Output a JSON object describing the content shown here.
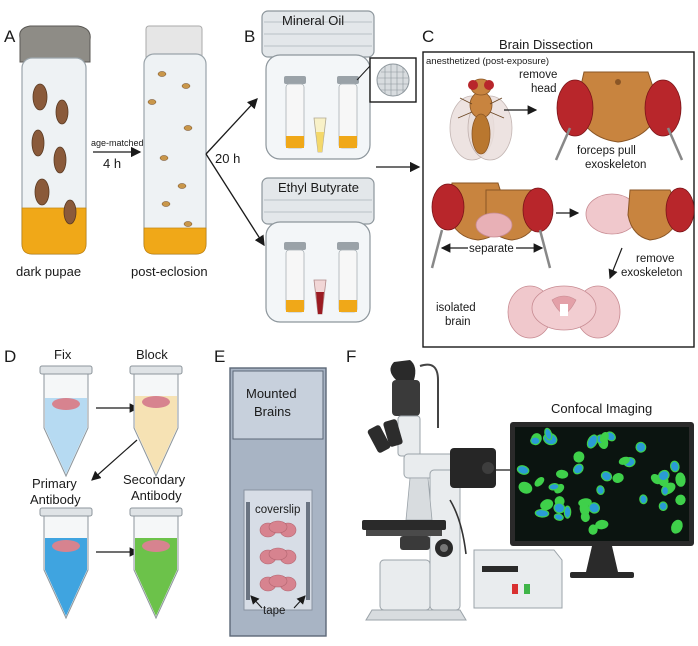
{
  "panels": {
    "a": "A",
    "b": "B",
    "c": "C",
    "d": "D",
    "e": "E",
    "f": "F"
  },
  "panel_a": {
    "tube1_label": "dark pupae",
    "tube2_label": "post-eclosion",
    "arrow_top": "age-matched",
    "arrow_bottom": "4 h"
  },
  "panel_b": {
    "arrow_label": "20 h",
    "jar1_label": "Mineral Oil",
    "jar2_label": "Ethyl Butyrate"
  },
  "panel_c": {
    "title": "Brain Dissection",
    "fly_label": "anesthetized (post-exposure)",
    "step_remove_head": "remove\nhead",
    "step_forceps": "forceps pull\nexoskeleton",
    "step_separate": "separate",
    "step_remove_exo": "remove\nexoskeleton",
    "step_isolated": "isolated\nbrain"
  },
  "panel_d": {
    "fix": "Fix",
    "block": "Block",
    "primary": "Primary\nAntibody",
    "secondary": "Secondary\nAntibody"
  },
  "panel_e": {
    "title": "Mounted\nBrains",
    "coverslip": "coverslip",
    "tape": "tape"
  },
  "panel_f": {
    "title": "Confocal Imaging"
  },
  "colors": {
    "food": "#f0a818",
    "pupa": "#8a5a3a",
    "fly_eye": "#b8262b",
    "fly_head": "#c8843f",
    "brain": "#e8b0b6",
    "fix_liquid": "#b6daf2",
    "block_liquid": "#f6e2b4",
    "primary_liquid": "#3fa4e0",
    "secondary_liquid": "#6cc24a",
    "cell_green": "#3fd04a",
    "cell_teal": "#2a9bd6"
  }
}
